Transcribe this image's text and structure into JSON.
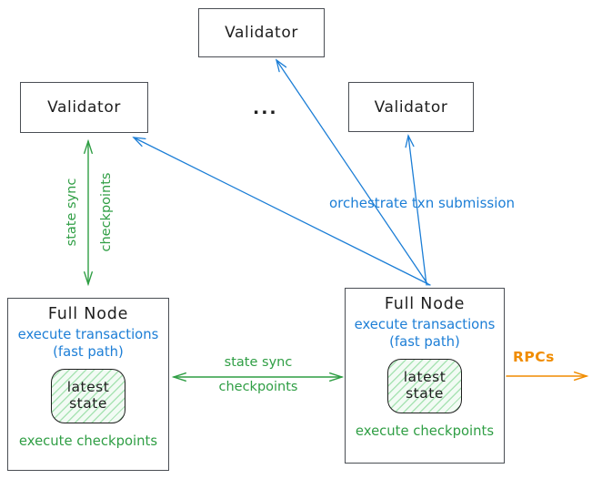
{
  "colors": {
    "ink": "#1e1e1e",
    "box_border": "#4a4e54",
    "blue": "#1c7ed6",
    "green": "#2f9e44",
    "orange": "#f08c00",
    "state_fill": "#f2fbf4",
    "state_hatch": "#a9e3b4"
  },
  "validators": {
    "top": {
      "label": "Validator"
    },
    "left": {
      "label": "Validator"
    },
    "right": {
      "label": "Validator"
    },
    "ellipsis": "..."
  },
  "full_nodes": {
    "left": {
      "title": "Full Node",
      "exec_line1": "execute transactions",
      "exec_line2": "(fast path)",
      "state_line1": "latest",
      "state_line2": "state",
      "footer": "execute checkpoints"
    },
    "right": {
      "title": "Full Node",
      "exec_line1": "execute transactions",
      "exec_line2": "(fast path)",
      "state_line1": "latest",
      "state_line2": "state",
      "footer": "execute checkpoints"
    }
  },
  "edges": {
    "state_sync_vertical": {
      "line1": "state sync",
      "line2": "checkpoints"
    },
    "state_sync_horizontal": {
      "line1": "state sync",
      "line2": "checkpoints"
    },
    "orchestrate_label": "orchestrate txn submission",
    "rpc_label": "RPCs"
  }
}
